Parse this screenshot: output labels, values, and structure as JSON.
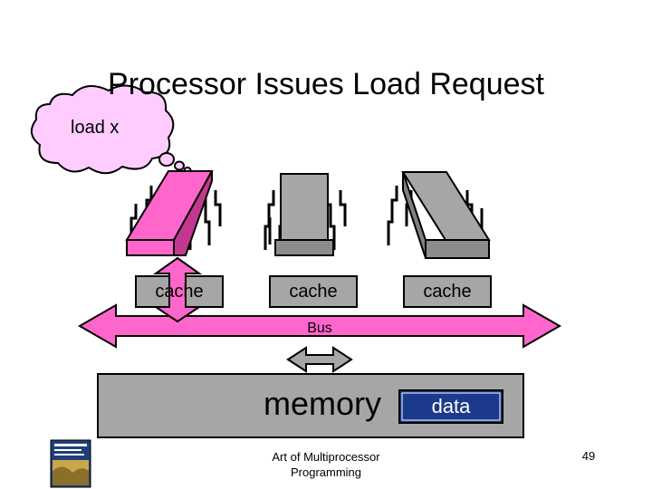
{
  "slide": {
    "title": "Processor Issues Load Request",
    "thought": "load x",
    "bus_label": "Bus",
    "memory_label": "memory",
    "data_label": "data",
    "footer_line1": "Art of Multiprocessor",
    "footer_line2": "Programming",
    "page_number": "49"
  },
  "caches": [
    {
      "label": "cache"
    },
    {
      "label": "cache"
    },
    {
      "label": "cache"
    }
  ],
  "colors": {
    "active_processor": "#ff66cc",
    "idle_processor": "#a6a6a6",
    "bus": "#ff66cc",
    "memory_box": "#a6a6a6",
    "data_box": "#1c3a8c",
    "thought_cloud": "#ffccff"
  }
}
